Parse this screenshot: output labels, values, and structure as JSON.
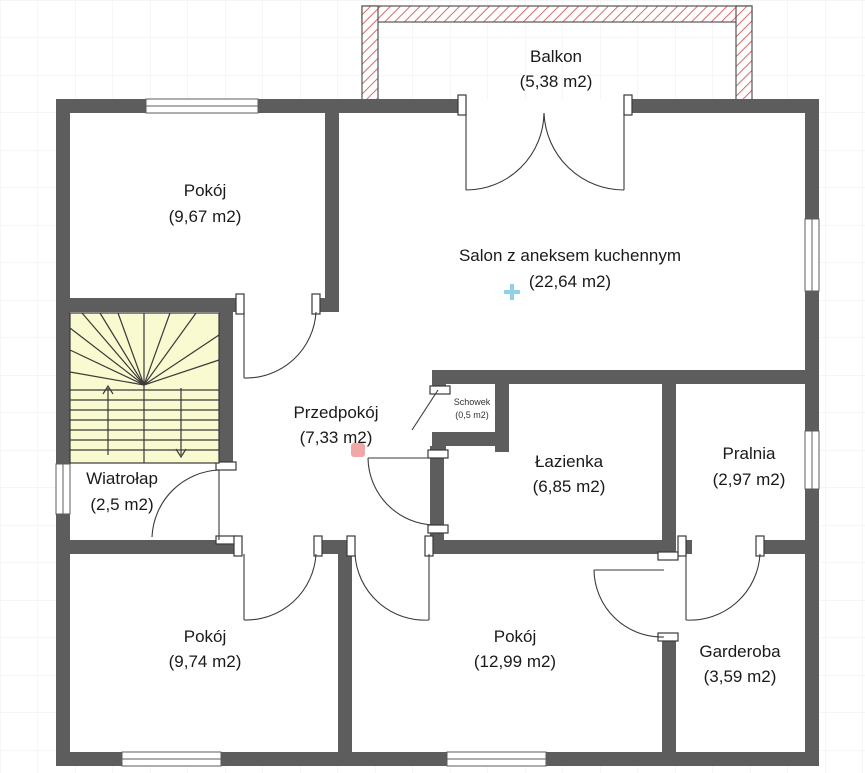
{
  "rooms": {
    "balkon": {
      "name": "Balkon",
      "area": "(5,38 m2)"
    },
    "pokoj_nw": {
      "name": "Pokój",
      "area": "(9,67 m2)"
    },
    "salon": {
      "name": "Salon z aneksem kuchennym",
      "area": "(22,64 m2)"
    },
    "przedpokoj": {
      "name": "Przedpokój",
      "area": "(7,33 m2)"
    },
    "schowek": {
      "name": "Schowek",
      "area": "(0,5 m2)"
    },
    "lazienka": {
      "name": "Łazienka",
      "area": "(6,85 m2)"
    },
    "pralnia": {
      "name": "Pralnia",
      "area": "(2,97 m2)"
    },
    "wiatrolap": {
      "name": "Wiatrołap",
      "area": "(2,5 m2)"
    },
    "pokoj_sw": {
      "name": "Pokój",
      "area": "(9,74 m2)"
    },
    "pokoj_s": {
      "name": "Pokój",
      "area": "(12,99 m2)"
    },
    "garderoba": {
      "name": "Garderoba",
      "area": "(3,59 m2)"
    }
  },
  "colors": {
    "wall": "#5d5d5d",
    "hatch": "#d96b6b",
    "stairs": "#fafad0",
    "grid": "#eeeeee",
    "marker_blue": "#8fd0ea",
    "marker_pink": "#f1a7a7"
  },
  "icons": [
    "add-marker-icon",
    "location-marker-icon"
  ]
}
